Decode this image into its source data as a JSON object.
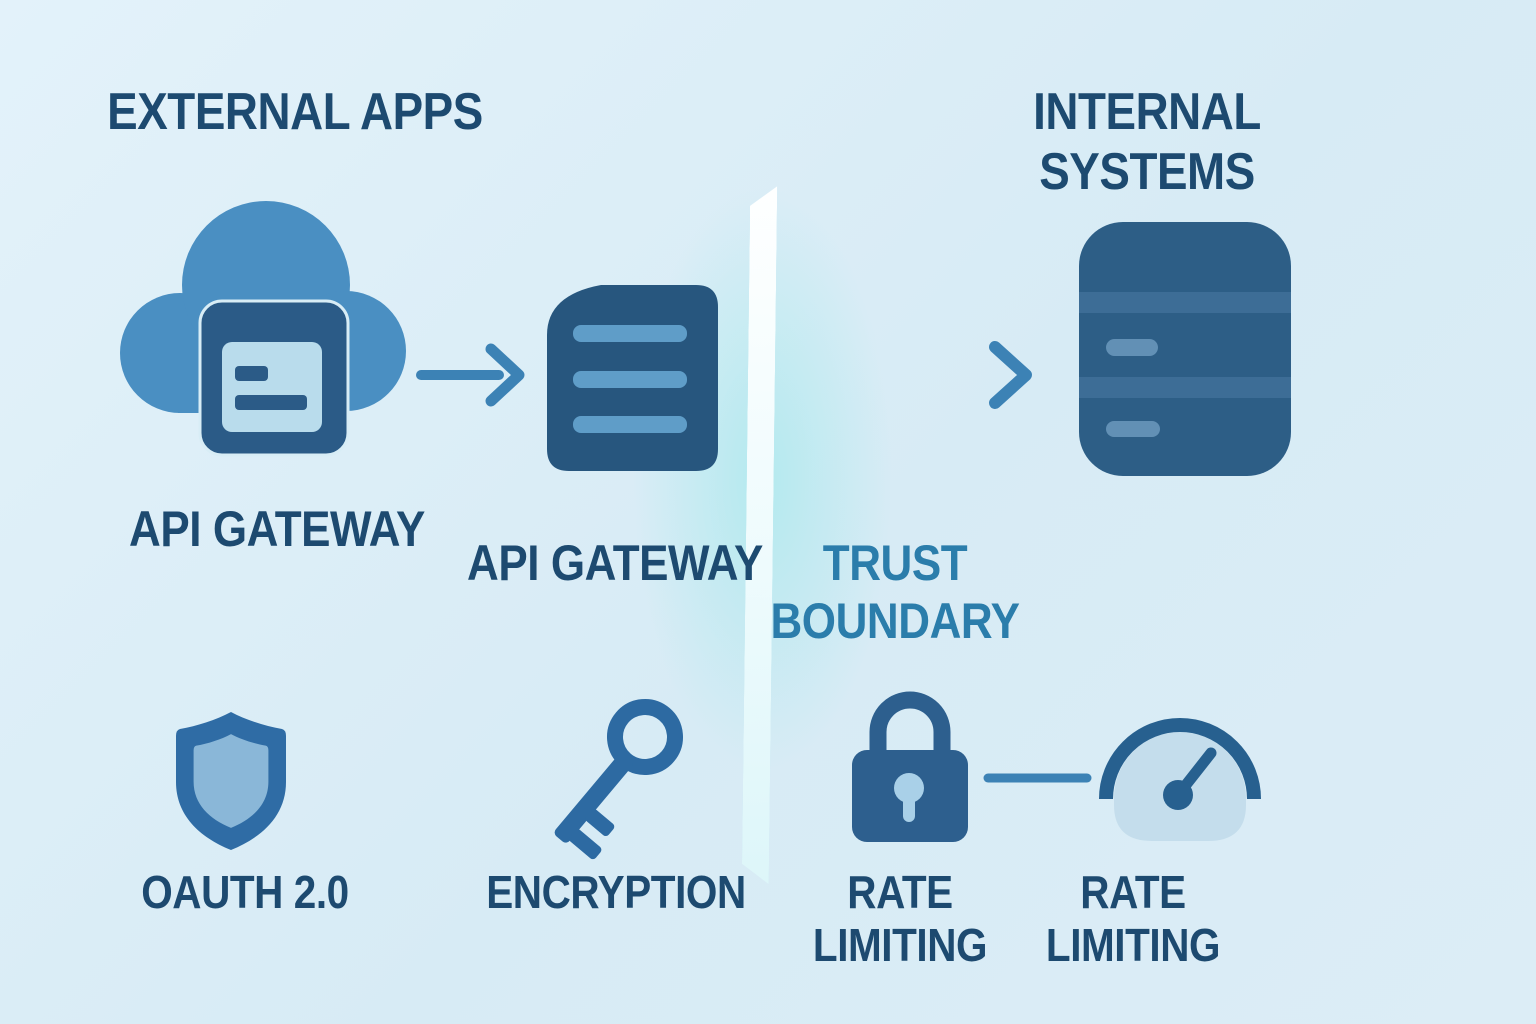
{
  "headings": {
    "left": "EXTERNAL APPS",
    "right": "INTERNAL SYSTEMS"
  },
  "nodes": {
    "external_app": {
      "label": "API GATEWAY",
      "icon": "cloud-app-icon"
    },
    "gateway": {
      "label": "API GATEWAY",
      "icon": "document-icon"
    },
    "internal_db": {
      "icon": "database-icon"
    }
  },
  "boundary": {
    "label": "TRUST BOUNDARY"
  },
  "security_items": [
    {
      "label": "OAUTH 2.0",
      "icon": "shield-icon"
    },
    {
      "label": "ENCRYPTION",
      "icon": "key-icon"
    },
    {
      "label": "RATE LIMITING",
      "icon": "lock-icon"
    },
    {
      "label": "RATE LIMITING",
      "icon": "gauge-icon"
    }
  ],
  "colors": {
    "navy": "#1d4a70",
    "teal": "#2b7dab",
    "cloud": "#4a8fc2",
    "dark": "#2b5b87",
    "lightcard": "#b9dcec",
    "doc": "#27567e",
    "docbar": "#5f9dc8",
    "db": "#2d5e86",
    "dbstripe": "#3d6d96",
    "dbpill": "#6290b5",
    "shield": "#2f6ca5",
    "shieldin": "#8ab7d8",
    "key": "#2d6aa2",
    "lock": "#2d5f8e",
    "keyhole": "#a9d0e8",
    "gaugedark": "#27608f",
    "gaugebody": "#c4ddec",
    "arrow": "#3c82b5",
    "bg1": "#e3f2fa",
    "bg2": "#d7ebf5"
  }
}
